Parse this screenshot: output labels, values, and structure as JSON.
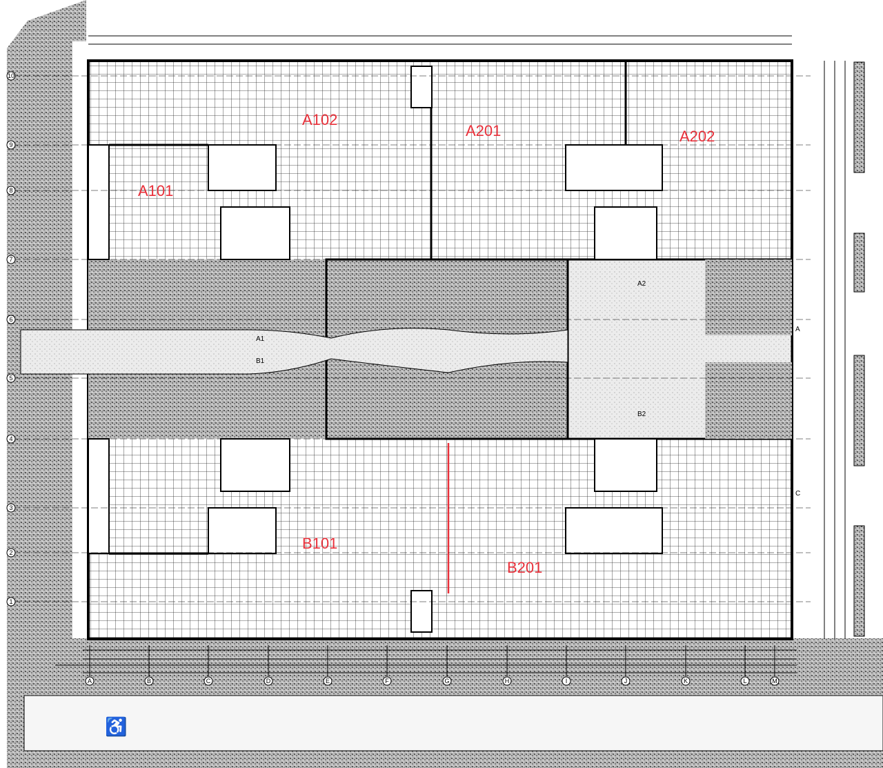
{
  "plan": {
    "rooms": [
      {
        "id": "A101",
        "label": "A101"
      },
      {
        "id": "A102",
        "label": "A102"
      },
      {
        "id": "A201",
        "label": "A201"
      },
      {
        "id": "A202",
        "label": "A202"
      },
      {
        "id": "B101",
        "label": "B101"
      },
      {
        "id": "B201",
        "label": "B201"
      }
    ],
    "entrances": [
      {
        "label": "A1"
      },
      {
        "label": "B1"
      },
      {
        "label": "A2"
      },
      {
        "label": "B2"
      }
    ],
    "column_axes": [
      "A",
      "B",
      "C",
      "D",
      "E",
      "F",
      "G",
      "H",
      "I",
      "J",
      "K",
      "L",
      "M"
    ],
    "row_axes": [
      "10",
      "9",
      "8",
      "7",
      "6",
      "5",
      "4",
      "3",
      "2",
      "1"
    ],
    "section_marks": [
      "A",
      "C"
    ],
    "colors": {
      "room_label": "#e8303a",
      "line": "#000000",
      "section_line": "#e8303a"
    }
  }
}
